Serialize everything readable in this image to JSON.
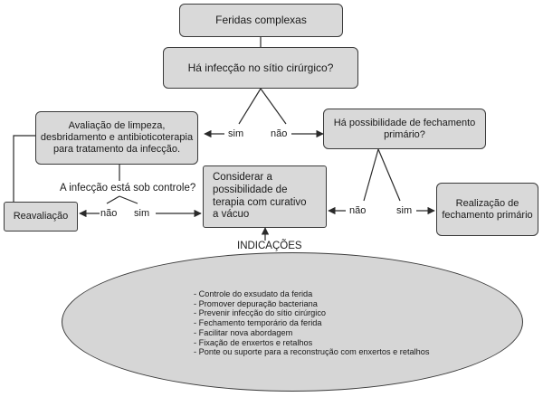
{
  "nodes": {
    "feridas": "Feridas complexas",
    "infeccao_sitio": "Há infecção no sítio cirúrgico?",
    "avaliacao": [
      "Avaliação de limpeza,",
      "desbridamento e antibioticoterapia",
      "para tratamento da infecção."
    ],
    "fechamento_possibilidade": [
      "Há possibilidade de fechamento",
      "primário?"
    ],
    "considerar": [
      "Considerar a",
      "possibilidade de",
      "terapia com curativo",
      "a vácuo"
    ],
    "reavaliacao": "Reavaliação",
    "realizacao": [
      "Realização de",
      "fechamento primário"
    ]
  },
  "labels": {
    "sim_1": "sim",
    "nao_1": "não",
    "controle": "A infecção está sob controle?",
    "nao_2": "não",
    "sim_2": "sim",
    "nao_3": "não",
    "sim_3": "sim",
    "indicacoes": "INDICAÇÕES"
  },
  "indicacoes_list": [
    "- Controle do exsudato da ferida",
    "- Promover depuração bacteriana",
    "- Prevenir infecção do sítio cirúrgico",
    "- Fechamento temporário da ferida",
    "- Facilitar nova abordagem",
    "- Fixação de enxertos e retalhos",
    "- Ponte ou suporte para a reconstrução com enxertos e retalhos"
  ],
  "colors": {
    "box_fill": "#d9d9d9",
    "ellipse_fill": "#d6d6d6",
    "stroke": "#2a2a2a"
  }
}
